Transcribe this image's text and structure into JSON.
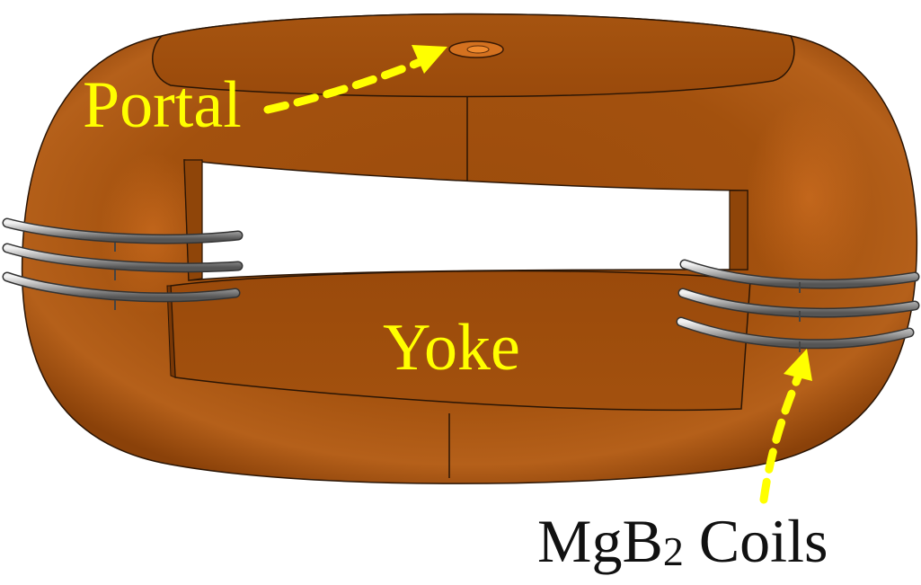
{
  "labels": {
    "portal": "Portal",
    "yoke": "Yoke",
    "coils_main": "MgB",
    "coils_subscript": "2",
    "coils_rest": " Coils"
  },
  "colors": {
    "yoke_body": "#a3510e",
    "yoke_dark": "#8a4109",
    "yoke_top": "#a0500d",
    "label_yellow": "#ffff00",
    "label_black": "#111111",
    "coil_gray": "#c8c8c8",
    "outline": "#2a1505"
  }
}
